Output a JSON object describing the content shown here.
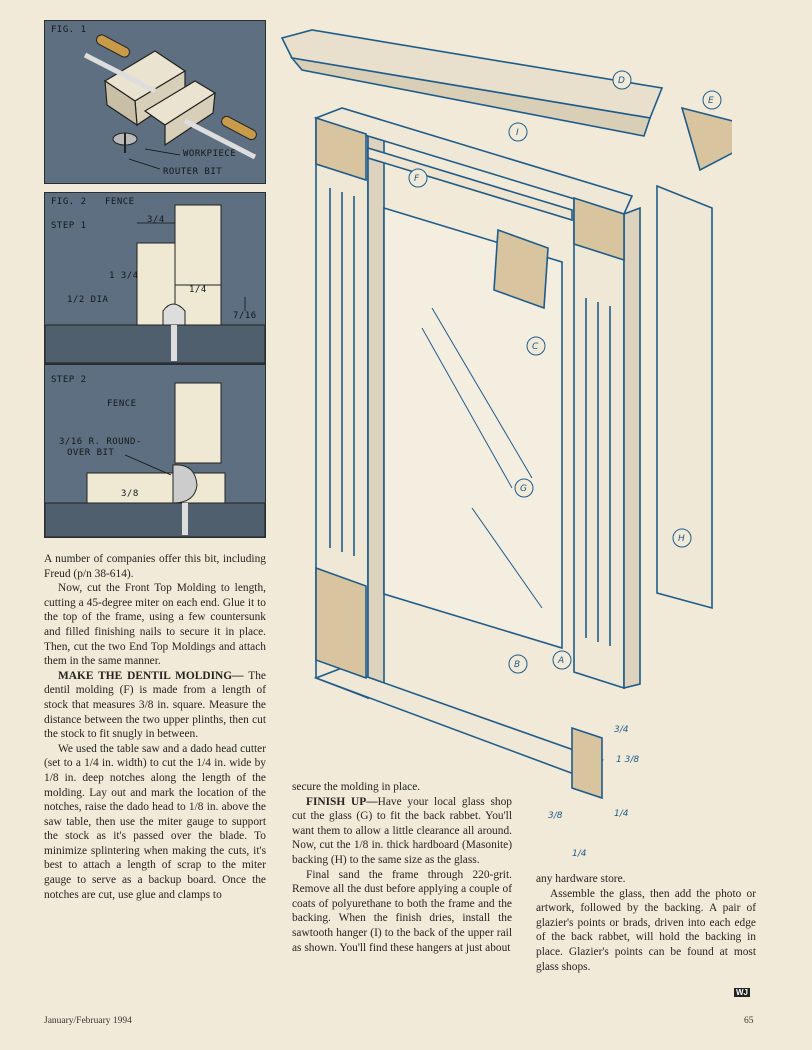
{
  "fig1": {
    "title": "FIG. 1",
    "labels": {
      "workpiece": "WORKPIECE",
      "router_bit": "ROUTER BIT"
    }
  },
  "fig2": {
    "title": "FIG. 2",
    "step1": {
      "title": "STEP 1",
      "fence": "FENCE",
      "dim_top": "3/4",
      "dim_height": "1 3/4",
      "dim_mid": "1/4",
      "dia": "1/2 DIA",
      "dim_right": "7/16"
    },
    "step2": {
      "title": "STEP 2",
      "fence": "FENCE",
      "bit_line1": "3/16 R. ROUND-",
      "bit_line2": "OVER BIT",
      "dim": "3/8"
    }
  },
  "diagram": {
    "callouts": {
      "A": "A",
      "B": "B",
      "C": "C",
      "D": "D",
      "E": "E",
      "F": "F",
      "G": "G",
      "H": "H",
      "I": "I"
    },
    "dims": {
      "d1": "3/4",
      "d2": "1 3/8",
      "d3": "3/8",
      "d4": "1/4",
      "d5": "1/4"
    }
  },
  "col1": {
    "p1": "A number of companies offer this bit, including Freud (p/n 38-614).",
    "p2": "Now, cut the Front Top Molding to length, cutting a 45-degree miter on each end. Glue it to the top of the frame, using a few countersunk and filled finishing nails to secure it in place. Then, cut the two End Top Moldings and attach them in the same manner.",
    "p3_head": "MAKE THE DENTIL MOLDING—",
    "p3": "The dentil molding (F) is made from a length of stock that measures 3/8 in. square. Measure the distance between the two upper plinths, then cut the stock to fit snugly in between.",
    "p4": "We used the table saw and a dado head cutter (set to a 1/4 in. width) to cut the 1/4 in. wide by 1/8 in. deep notches along the length of the molding. Lay out and mark the location of the notches, raise the dado head to 1/8 in. above the saw table, then use the miter gauge to support the stock as it's passed over the blade. To minimize splintering when making the cuts, it's best to attach a length of scrap to the miter gauge to serve as a backup board. Once the notches are cut, use glue and clamps to"
  },
  "col2": {
    "p1": "secure the molding in place.",
    "p2_head": "FINISH UP—",
    "p2": "Have your local glass shop cut the glass (G) to fit the back rabbet. You'll want them to allow a little clearance all around. Now, cut the 1/8 in. thick hardboard (Masonite) backing (H) to the same size as the glass.",
    "p3": "Final sand the frame through 220-grit. Remove all the dust before applying a couple of coats of polyurethane to both the frame and the backing. When the finish dries, install the sawtooth hanger (I) to the back of the upper rail as shown. You'll find these hangers at just about"
  },
  "col3": {
    "p1": "any hardware store.",
    "p2": "Assemble the glass, then add the photo or artwork, followed by the backing. A pair of glazier's points or brads, driven into each edge of the back rabbet, will hold the backing in place. Glazier's points can be found at most glass shops.",
    "end_mark": "WJ"
  },
  "footer": {
    "issue": "January/February 1994",
    "page": "65"
  }
}
